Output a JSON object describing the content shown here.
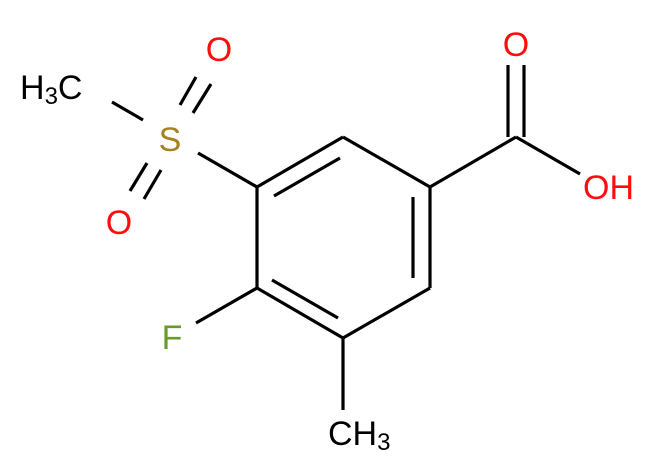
{
  "atoms": {
    "methyl_s": {
      "main": "H",
      "sub": "3",
      "tail": "C",
      "color": "#000000"
    },
    "sulfur": {
      "text": "S",
      "color": "#a68220"
    },
    "o_sulfonyl_top": {
      "text": "O",
      "color": "#ff0d0d"
    },
    "o_sulfonyl_bottom": {
      "text": "O",
      "color": "#ff0d0d"
    },
    "o_carbonyl": {
      "text": "O",
      "color": "#ff0d0d"
    },
    "hydroxyl": {
      "text": "OH",
      "color": "#ff0d0d"
    },
    "fluorine": {
      "text": "F",
      "color": "#6a9a2a"
    },
    "methyl_ring": {
      "main": "CH",
      "sub": "3",
      "color": "#000000"
    }
  }
}
